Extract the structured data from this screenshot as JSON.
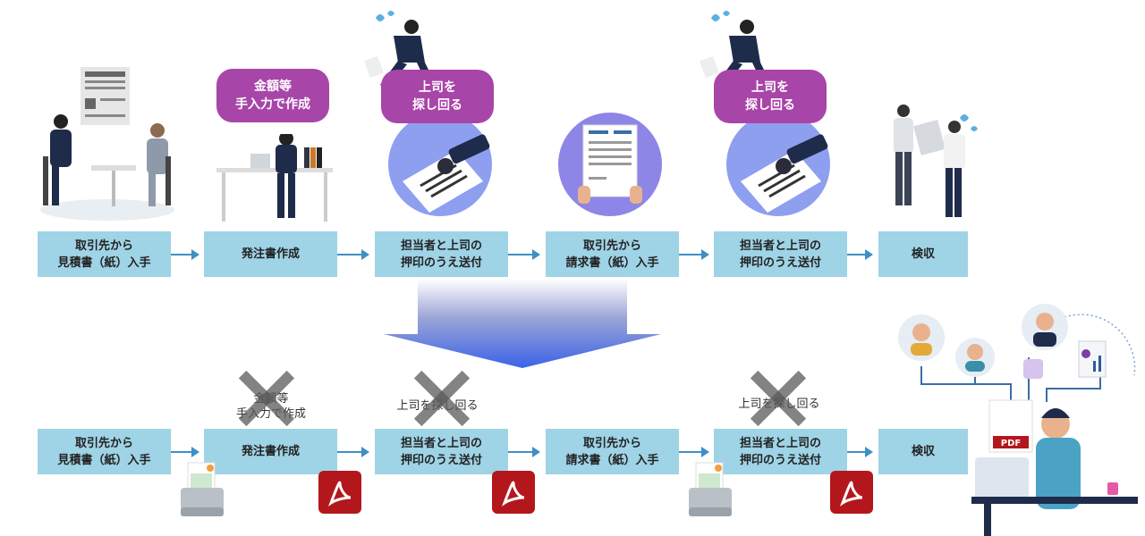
{
  "top_flow": [
    {
      "label": "取引先から\n見積書（紙）入手"
    },
    {
      "label": "発注書作成"
    },
    {
      "label": "担当者と上司の\n押印のうえ送付"
    },
    {
      "label": "取引先から\n請求書（紙）入手"
    },
    {
      "label": "担当者と上司の\n押印のうえ送付"
    },
    {
      "label": "検収"
    }
  ],
  "bottom_flow": [
    {
      "label": "取引先から\n見積書（紙）入手"
    },
    {
      "label": "発注書作成"
    },
    {
      "label": "担当者と上司の\n押印のうえ送付"
    },
    {
      "label": "取引先から\n請求書（紙）入手"
    },
    {
      "label": "担当者と上司の\n押印のうえ送付"
    },
    {
      "label": "検収"
    }
  ],
  "bubbles": {
    "create": "金額等\n手入力で作成",
    "search1": "上司を\n探し回る",
    "search2": "上司を\n探し回る"
  },
  "crossed_notes": {
    "create": "金額等\n手入力で作成",
    "search1": "上司を探し回る",
    "search2": "上司を探し回る"
  },
  "pdf_label": "PDF",
  "colors": {
    "step_box": "#9fd3e6",
    "arrow": "#3f8fc6",
    "bubble": "#a845a8",
    "pdf": "#b3171c"
  }
}
